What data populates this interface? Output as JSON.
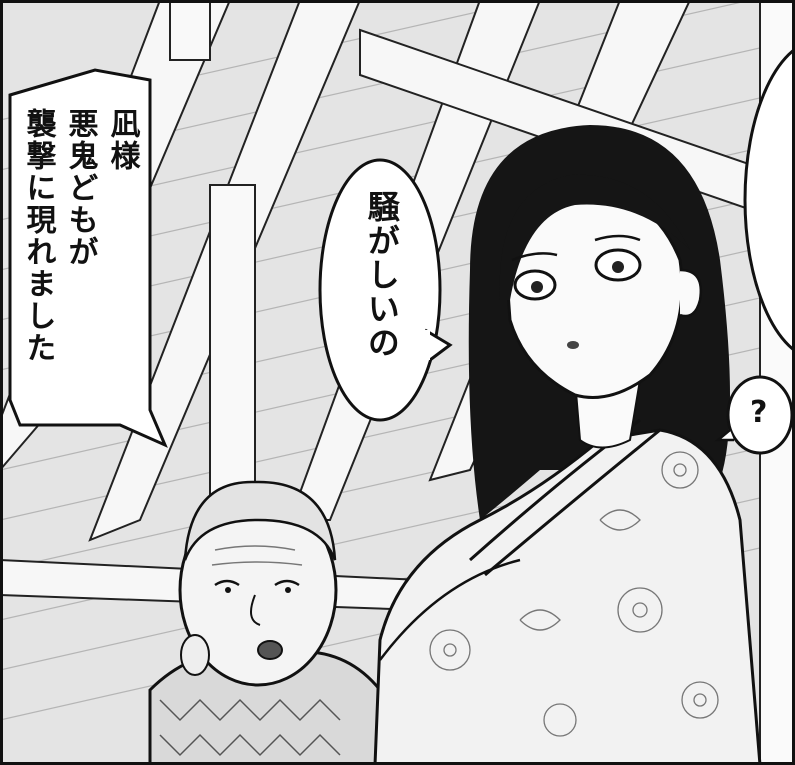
{
  "bubbles": {
    "messenger": {
      "lines": [
        "凪様",
        "悪鬼どもが",
        "襲撃に現れました"
      ]
    },
    "woman": {
      "lines": [
        "騒がしいの"
      ]
    },
    "question": {
      "text": "?"
    }
  },
  "colors": {
    "ink": "#111111",
    "paper": "#ffffff",
    "ceiling": "#e6e6e6",
    "beam": "#f7f7f7",
    "hair": "#151515"
  }
}
